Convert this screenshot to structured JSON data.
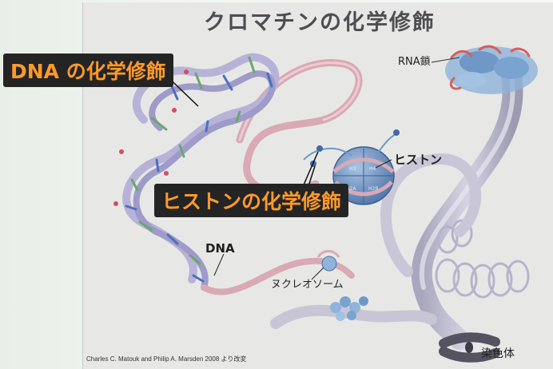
{
  "title": "クロマチンの化学修飾",
  "labels": {
    "dna_modification": "DNA の化学修飾",
    "histone_modification": "ヒストンの化学修飾",
    "rna_chain": "RNA鎖",
    "histone": "ヒストン",
    "dna": "DNA",
    "nucleosome": "ヌクレオソーム",
    "chromosome": "染色体"
  },
  "histone_subunits": [
    "H3",
    "H4",
    "H2A",
    "H2B"
  ],
  "credit": "Charles C. Matouk and Philip A. Marsden 2008 より改変",
  "colors": {
    "label_bg": "#242424",
    "label_text": "#ff9a2a",
    "panel_bg": "#e7e8e6",
    "dna_backbone": "#b7b3d8",
    "base_pair_green": "#6aa86a",
    "base_pair_blue": "#4c6fc2",
    "chromatin_pink": "#d9a9b4",
    "chromatin_grey": "#c8c6d6",
    "nucleosome_blue": "#7fa3cf",
    "rna_red": "#d85d5d"
  }
}
